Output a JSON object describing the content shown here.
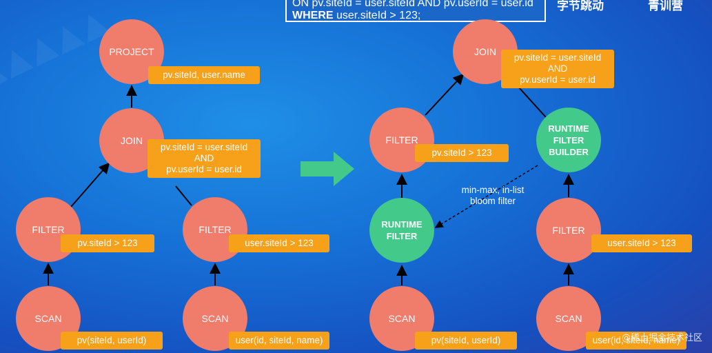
{
  "header": {
    "sql_line1": "ON pv.siteId = user.siteId AND pv.userId = user.id",
    "sql_kw": "WHERE",
    "sql_line2": " user.siteId > 123;",
    "logo1": "字节跳动",
    "logo2": "青训营"
  },
  "left_plan": {
    "project": {
      "title": "PROJECT",
      "label": "pv.siteId, user.name"
    },
    "join": {
      "title": "JOIN",
      "label_line1": "pv.siteId = user.siteId",
      "label_line2": "AND",
      "label_line3": "pv.userId = user.id"
    },
    "filter_left": {
      "title": "FILTER",
      "label": "pv.siteId > 123"
    },
    "filter_right": {
      "title": "FILTER",
      "label": "user.siteId > 123"
    },
    "scan_left": {
      "title": "SCAN",
      "label": "pv(siteId, userId)"
    },
    "scan_right": {
      "title": "SCAN",
      "label": "user(id, siteId, name)"
    }
  },
  "right_plan": {
    "join": {
      "title": "JOIN",
      "label_line1": "pv.siteId = user.siteId",
      "label_line2": "AND",
      "label_line3": "pv.userId = user.id"
    },
    "filter_top": {
      "title": "FILTER",
      "label": "pv.siteId > 123"
    },
    "rf_builder": {
      "line1": "RUNTIME",
      "line2": "FILTER",
      "line3": "BUILDER"
    },
    "rf": {
      "line1": "RUNTIME",
      "line2": "FILTER"
    },
    "filter_right": {
      "title": "FILTER",
      "label": "user.siteId > 123"
    },
    "scan_left": {
      "title": "SCAN",
      "label": "pv(siteId, userId)"
    },
    "scan_right": {
      "title": "SCAN",
      "label": "user(id, siteId, name)"
    },
    "note_line1": "min-max, in-list",
    "note_line2": "bloom filter"
  },
  "footer": {
    "watermark": "@稀土掘金技术社区"
  },
  "colors": {
    "node_red": "#f07c6c",
    "node_green": "#43c98a",
    "label_orange": "#f7a11a",
    "arrow_green": "#45c98b"
  }
}
